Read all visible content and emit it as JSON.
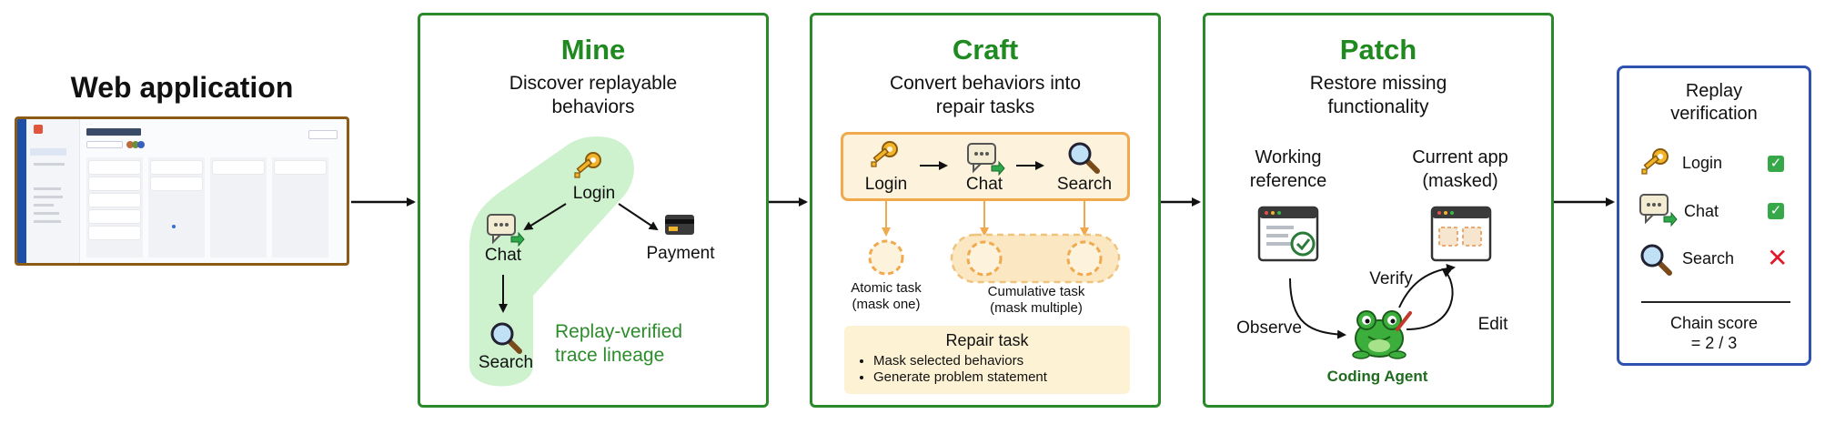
{
  "web_app": {
    "title": "Web application"
  },
  "stages": {
    "mine": {
      "title": "Mine",
      "subtitle_line1": "Discover replayable",
      "subtitle_line2": "behaviors",
      "nodes": {
        "login": "Login",
        "chat": "Chat",
        "payment": "Payment",
        "search": "Search"
      },
      "lineage_line1": "Replay-verified",
      "lineage_line2": "trace lineage"
    },
    "craft": {
      "title": "Craft",
      "subtitle_line1": "Convert behaviors into",
      "subtitle_line2": "repair tasks",
      "chain": {
        "login": "Login",
        "chat": "Chat",
        "search": "Search"
      },
      "atomic_line1": "Atomic task",
      "atomic_line2": "(mask one)",
      "cumulative_line1": "Cumulative task",
      "cumulative_line2": "(mask multiple)",
      "repair_title": "Repair task",
      "repair_items": [
        "Mask selected behaviors",
        "Generate problem statement"
      ]
    },
    "patch": {
      "title": "Patch",
      "subtitle_line1": "Restore missing",
      "subtitle_line2": "functionality",
      "working_line1": "Working",
      "working_line2": "reference",
      "current_line1": "Current app",
      "current_line2": "(masked)",
      "verify": "Verify",
      "observe": "Observe",
      "edit": "Edit",
      "agent": "Coding Agent"
    }
  },
  "verification": {
    "title_line1": "Replay",
    "title_line2": "verification",
    "items": [
      {
        "label": "Login",
        "status": "pass"
      },
      {
        "label": "Chat",
        "status": "pass"
      },
      {
        "label": "Search",
        "status": "fail"
      }
    ],
    "score_line1": "Chain score",
    "score_line2": "= 2 / 3"
  },
  "colors": {
    "stage_border": "#2a8a2a",
    "stage_title": "#1f8a1f",
    "verify_border": "#2f52b0",
    "mask_orange": "#f0a94d",
    "lineage_fill": "#c9efc9",
    "pass": "#36a84a",
    "fail": "#e0192a"
  },
  "icons": [
    "key-icon",
    "chat-bubble-icon",
    "magnifier-icon",
    "credit-card-icon",
    "browser-window-icon",
    "frog-agent-icon",
    "check-icon",
    "cross-icon"
  ]
}
